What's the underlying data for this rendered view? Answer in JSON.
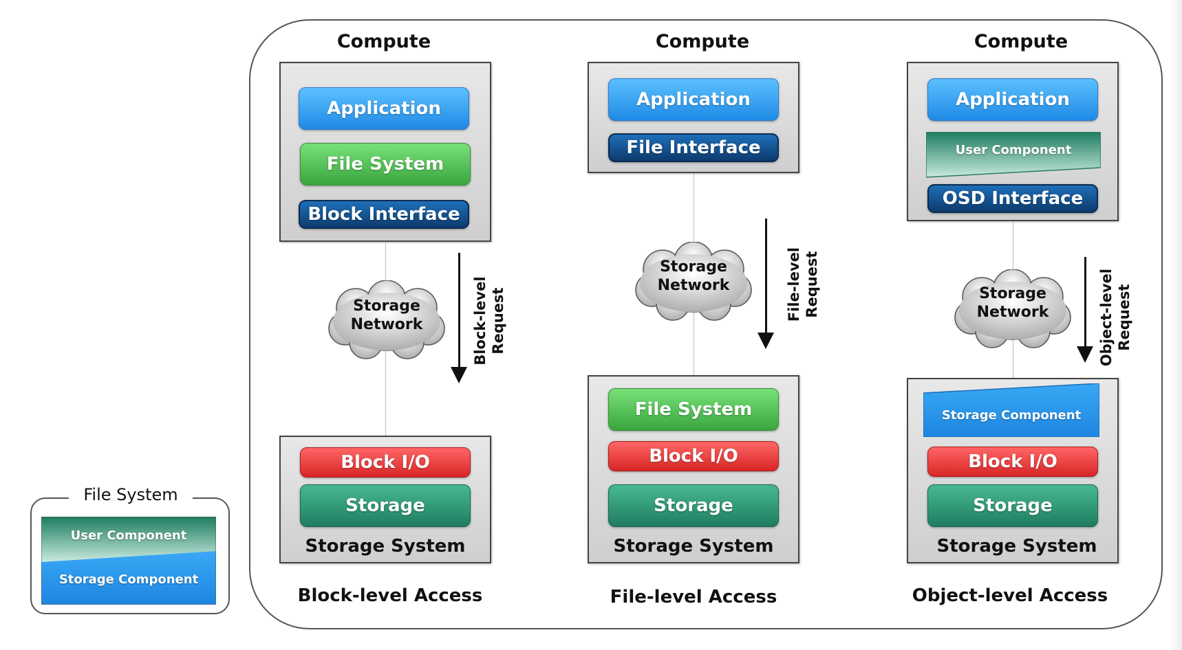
{
  "columns": [
    {
      "compute_title": "Compute",
      "stack_top": [
        "Application",
        "File System",
        "Block Interface"
      ],
      "network": [
        "Storage",
        "Network"
      ],
      "request": [
        "Block-level",
        "Request"
      ],
      "stack_bottom": [
        "Block I/O",
        "Storage"
      ],
      "system_label": "Storage System",
      "access_label": "Block-level Access"
    },
    {
      "compute_title": "Compute",
      "stack_top": [
        "Application",
        "File Interface"
      ],
      "network": [
        "Storage",
        "Network"
      ],
      "request": [
        "File-level",
        "Request"
      ],
      "stack_bottom": [
        "File System",
        "Block I/O",
        "Storage"
      ],
      "system_label": "Storage System",
      "access_label": "File-level Access"
    },
    {
      "compute_title": "Compute",
      "stack_top": [
        "Application",
        "User Component",
        "OSD Interface"
      ],
      "network": [
        "Storage",
        "Network"
      ],
      "request": [
        "Object-level",
        "Request"
      ],
      "stack_bottom": [
        "Storage Component",
        "Block I/O",
        "Storage"
      ],
      "system_label": "Storage System",
      "access_label": "Object-level Access"
    }
  ],
  "legend": {
    "title": "File System",
    "user_component": "User Component",
    "storage_component": "Storage Component"
  },
  "colors": {
    "application": "#2f9bf0",
    "file_system": "#52c254",
    "interface": "#154f8c",
    "block_io": "#e83a3a",
    "storage": "#2d9a78",
    "box": "#d8d8d8"
  }
}
